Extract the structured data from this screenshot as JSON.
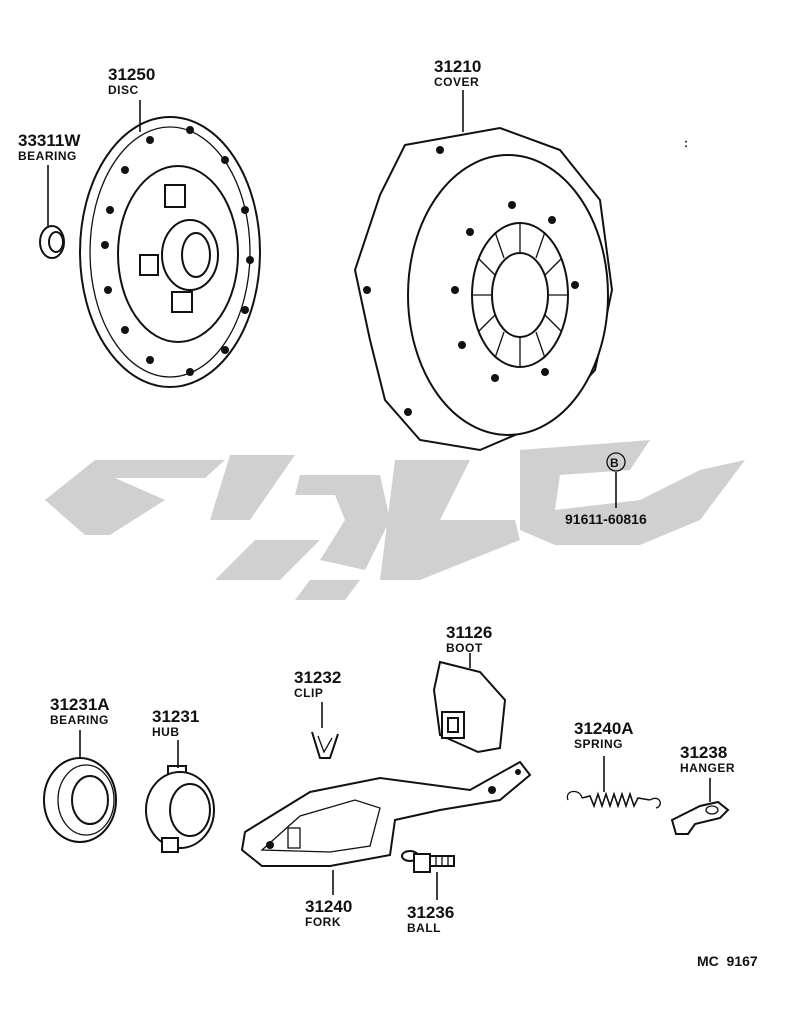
{
  "parts": [
    {
      "id": "disc",
      "number": "31250",
      "name": "DISC"
    },
    {
      "id": "bearing-pilot",
      "number": "33311W",
      "name": "BEARING"
    },
    {
      "id": "cover",
      "number": "31210",
      "name": "COVER"
    },
    {
      "id": "bolt",
      "number": "91611-60816",
      "name": "",
      "marker": "B"
    },
    {
      "id": "bearing-release",
      "number": "31231A",
      "name": "BEARING"
    },
    {
      "id": "hub",
      "number": "31231",
      "name": "HUB"
    },
    {
      "id": "clip",
      "number": "31232",
      "name": "CLIP"
    },
    {
      "id": "boot",
      "number": "31126",
      "name": "BOOT"
    },
    {
      "id": "spring",
      "number": "31240A",
      "name": "SPRING"
    },
    {
      "id": "hanger",
      "number": "31238",
      "name": "HANGER"
    },
    {
      "id": "fork",
      "number": "31240",
      "name": "FORK"
    },
    {
      "id": "ball",
      "number": "31236",
      "name": "BALL"
    }
  ],
  "footer": {
    "code": "MC  9167"
  },
  "colors": {
    "ink": "#111111",
    "watermark": "#c8c8c8"
  },
  "watermark": {
    "icon": "stylized-logo-watermark"
  }
}
